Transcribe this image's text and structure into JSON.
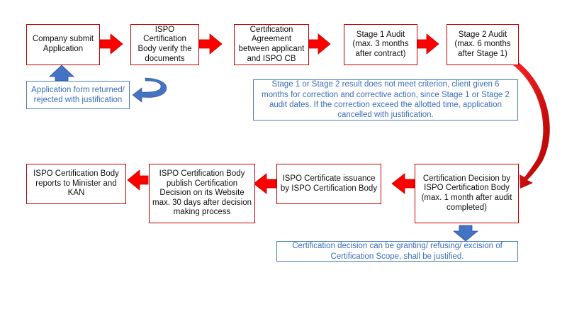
{
  "colors": {
    "box_border": "#c00000",
    "arrow_red": "#ff0000",
    "arrow_blue": "#4472c4",
    "note_border": "#4a7ebb",
    "note_text": "#3a6fb7"
  },
  "steps": [
    {
      "label": "Company submit Application"
    },
    {
      "label": "ISPO Certification Body verify the documents"
    },
    {
      "label": "Certification Agreement between applicant and ISPO CB"
    },
    {
      "label": "Stage 1 Audit (max. 3 months after contract)"
    },
    {
      "label": "Stage 2 Audit (max. 6 months after Stage 1)"
    },
    {
      "label": "Certification Decision by ISPO Certification Body (max. 1 month after audit completed)"
    },
    {
      "label": "ISPO Certificate issuance by ISPO Certification Body"
    },
    {
      "label": "ISPO Certification Body publish Certification Decision on its Website max. 30 days after decision making process"
    },
    {
      "label": "ISPO Certification Body reports to Minister and KAN"
    }
  ],
  "notes": {
    "returned": "Application form returned/ rejected with justification",
    "stage_result": "Stage 1 or Stage 2 result does not meet criterion, client given 6 months for correction and corrective action, since Stage 1 or Stage 2 audit dates. If the correction exceed the allotted time, application cancelled with justification.",
    "decision": "Certification decision can be granting/ refusing/ excision of Certification Scope, shall be justified."
  }
}
